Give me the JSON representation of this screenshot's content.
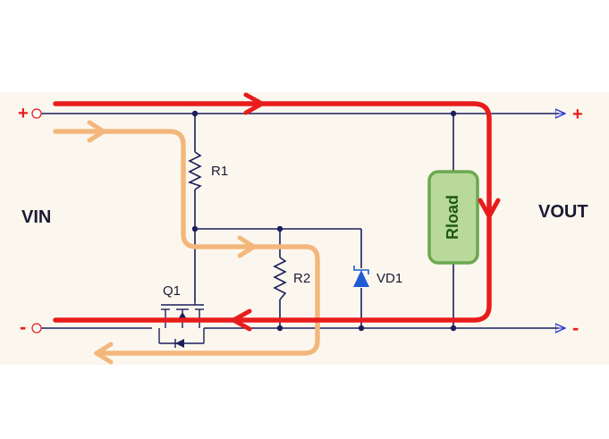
{
  "labels": {
    "vin": "VIN",
    "vout": "VOUT",
    "r1": "R1",
    "r2": "R2",
    "q1": "Q1",
    "vd1": "VD1",
    "rload": "Rload",
    "plus_in": "+",
    "minus_in": "-",
    "plus_out": "+",
    "minus_out": "-"
  },
  "colors": {
    "panel_background": "#fcf7ee",
    "wire": "#1a1f5c",
    "node": "#1a1f5c",
    "load_current_path": "#e81c1c",
    "control_current_path": "#f3b77c",
    "terminal_plus": "#e81c1c",
    "terminal_minus": "#e81c1c",
    "zener_fill": "#1f5bd6",
    "rload_fill": "#b9d99b",
    "rload_border": "#6aa84f",
    "rload_text": "#1f5a14"
  },
  "components": [
    {
      "id": "R1",
      "type": "resistor"
    },
    {
      "id": "R2",
      "type": "resistor"
    },
    {
      "id": "Q1",
      "type": "n-channel-mosfet"
    },
    {
      "id": "VD1",
      "type": "zener-diode"
    },
    {
      "id": "Rload",
      "type": "load-resistor"
    }
  ]
}
